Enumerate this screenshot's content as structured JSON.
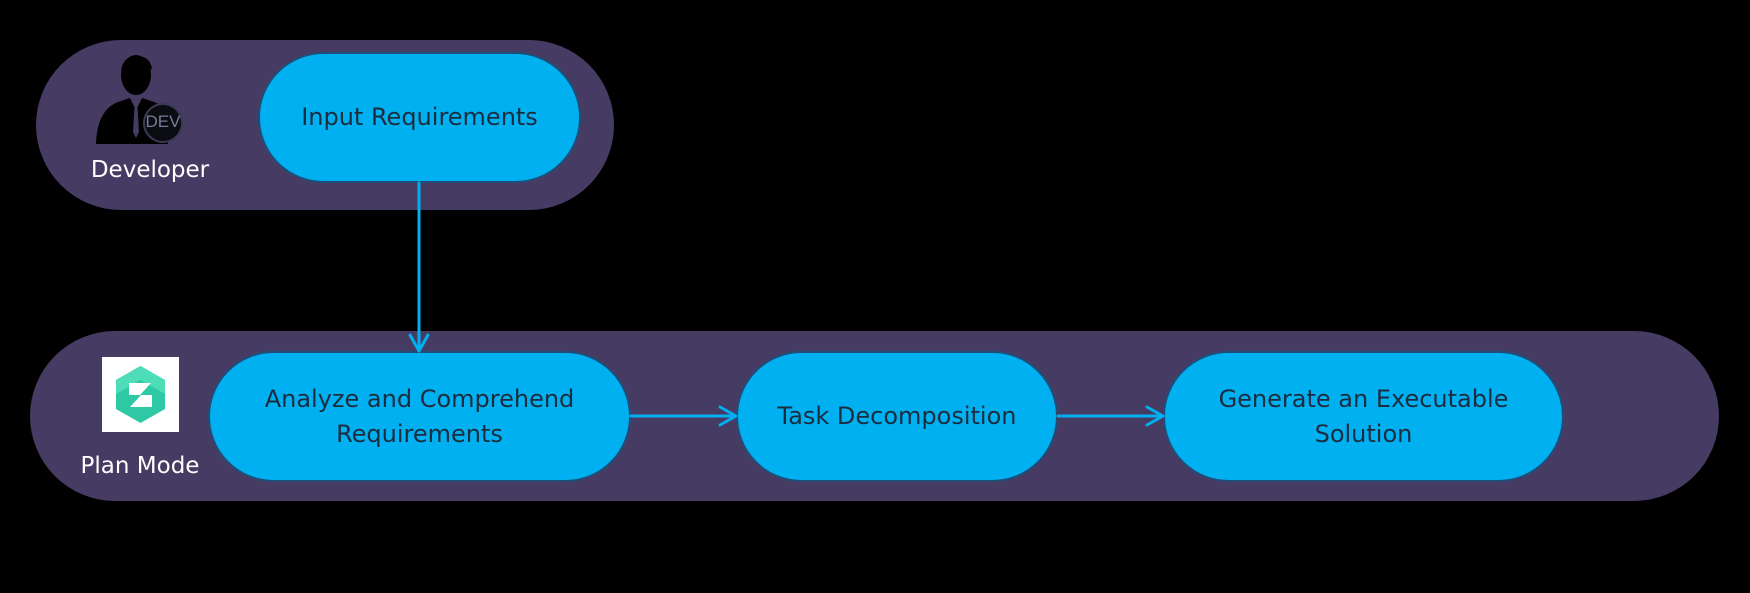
{
  "lanes": {
    "developer": {
      "label": "Developer",
      "icon": "developer-person-icon",
      "badge": "DEV"
    },
    "plan_mode": {
      "label": "Plan Mode",
      "icon": "app-logo-icon"
    }
  },
  "steps": {
    "input": "Input Requirements",
    "analyze": "Analyze and Comprehend\nRequirements",
    "task": "Task Decomposition",
    "generate": "Generate an Executable\nSolution"
  },
  "colors": {
    "background": "#000000",
    "lane": "#463b63",
    "step_fill": "#00b0f0",
    "step_border": "#1f4e79",
    "arrow": "#00b0f0",
    "label_text": "#ffffff"
  }
}
